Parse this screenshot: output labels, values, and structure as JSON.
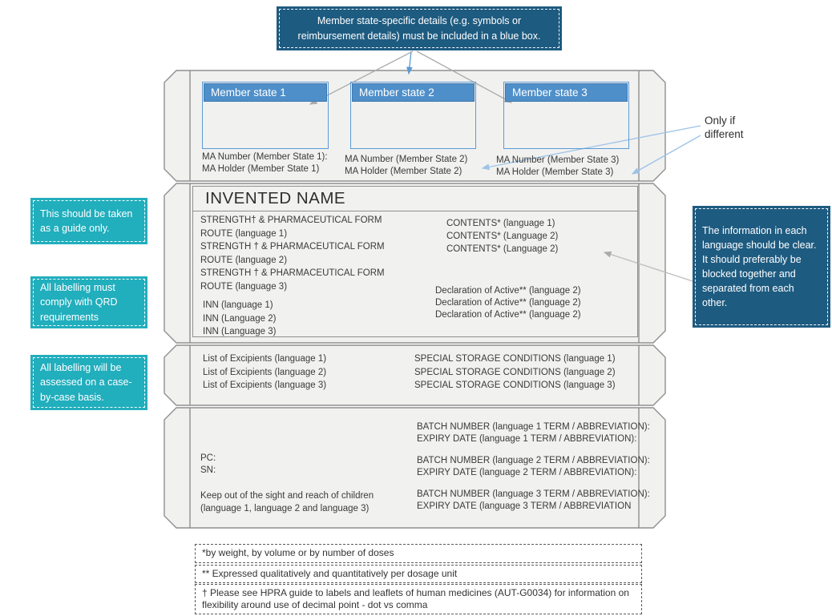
{
  "colors": {
    "dark_blue": "#1e5b80",
    "teal": "#21aebd",
    "header_blue": "#4f8fc9",
    "box_border_blue": "#5b9bd5",
    "panel_fill": "#f1f1f0",
    "outline_gray": "#8f8f8f",
    "arrow_gray": "#ababab",
    "arrow_blue": "#9dc3e6",
    "text": "#3a3a3a"
  },
  "annotations": {
    "top_note": "Member state-specific details (e.g. symbols or reimbursement details) must be included in a blue box.",
    "only_if_different": "Only if different",
    "guide_note": "This should be taken as a guide only.",
    "qrd_note": "All labelling must comply with QRD requirements",
    "case_note": "All labelling will be assessed on a case-by-case basis.",
    "language_note": "The information in each language should be clear. It should preferably be blocked together and separated from each other."
  },
  "carton": {
    "member_states": [
      {
        "title": "Member state 1",
        "ma_number": "MA Number (Member State 1):",
        "ma_holder": "MA Holder (Member State 1)"
      },
      {
        "title": "Member state 2",
        "ma_number": "MA Number (Member State 2)",
        "ma_holder": "MA Holder (Member State 2)"
      },
      {
        "title": "Member state 3",
        "ma_number": "MA Number (Member State 3)",
        "ma_holder": "MA Holder (Member State 3)"
      }
    ],
    "invented_name": "INVENTED NAME",
    "strength_lines": [
      "STRENGTH† & PHARMACEUTICAL FORM",
      "ROUTE (language 1)",
      "STRENGTH † & PHARMACEUTICAL FORM",
      "ROUTE (language 2)",
      "STRENGTH † & PHARMACEUTICAL FORM",
      "ROUTE (language 3)"
    ],
    "inn_lines": [
      "INN (language 1)",
      "INN (Language 2)",
      "INN (Language 3)"
    ],
    "contents_lines": [
      "CONTENTS* (language 1)",
      "CONTENTS* (Language 2)",
      "CONTENTS* (Language 2)"
    ],
    "declaration_lines": [
      "Declaration of Active** (language 2)",
      "Declaration of Active** (language 2)",
      "Declaration of Active** (language 2)"
    ],
    "excipients_lines": [
      "List of Excipients (language 1)",
      "List of Excipients (language 2)",
      "List of Excipients (language 3)"
    ],
    "storage_lines": [
      "SPECIAL STORAGE CONDITIONS (language 1)",
      "SPECIAL STORAGE CONDITIONS (language 2)",
      "SPECIAL STORAGE CONDITIONS (language 3)"
    ],
    "pc_label": "PC:",
    "sn_label": "SN:",
    "keep_out_line1": "Keep out of the sight and reach of children",
    "keep_out_line2": "(language 1, language 2 and language 3)",
    "batch_lines": [
      "BATCH NUMBER (language 1 TERM / ABBREVIATION):",
      "EXPIRY DATE (language 1 TERM / ABBREVIATION):",
      "BATCH NUMBER (language 2 TERM / ABBREVIATION):",
      "EXPIRY DATE (language 2 TERM / ABBREVIATION):",
      "BATCH NUMBER (language 3 TERM / ABBREVIATION):",
      "EXPIRY DATE (language 3 TERM / ABBREVIATION"
    ]
  },
  "footnotes": [
    "*by weight, by volume or by number of doses",
    "** Expressed qualitatively and quantitatively per dosage unit",
    "† Please see HPRA guide to labels and leaflets of human medicines (AUT-G0034) for information on flexibility around use of decimal point - dot vs comma"
  ]
}
